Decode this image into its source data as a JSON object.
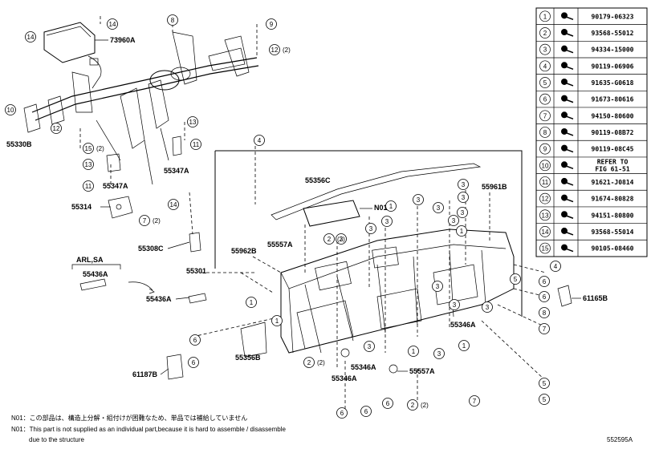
{
  "footnote": {
    "line1": "N01：この部品は、構造上分解・組付けが困難なため、単品では補給していません",
    "line2": "N01：This part is not supplied as an individual part,because it is hard to assemble / disassemble",
    "line3": "due to the structure"
  },
  "figure_code": "552595A",
  "option_label": "ARL,SA",
  "parts_table": [
    {
      "ref": "1",
      "part": "90179-06323"
    },
    {
      "ref": "2",
      "part": "93568-55012"
    },
    {
      "ref": "3",
      "part": "94334-15000"
    },
    {
      "ref": "4",
      "part": "90119-06906"
    },
    {
      "ref": "5",
      "part": "91635-G0618"
    },
    {
      "ref": "6",
      "part": "91673-80616"
    },
    {
      "ref": "7",
      "part": "94150-80600"
    },
    {
      "ref": "8",
      "part": "90119-08B72"
    },
    {
      "ref": "9",
      "part": "90119-08C45"
    },
    {
      "ref": "10",
      "part": "REFER TO",
      "part2": "FIG 61-51"
    },
    {
      "ref": "11",
      "part": "91621-J0814"
    },
    {
      "ref": "12",
      "part": "91674-80828"
    },
    {
      "ref": "13",
      "part": "94151-80800"
    },
    {
      "ref": "14",
      "part": "93568-55014"
    },
    {
      "ref": "15",
      "part": "90105-08460"
    }
  ],
  "part_labels": {
    "p73960A": "73960A",
    "p55330B": "55330B",
    "p55347A_1": "55347A",
    "p55347A_2": "55347A",
    "p55314": "55314",
    "p55308C": "55308C",
    "p55301": "55301",
    "p55436A_1": "55436A",
    "p55436A_2": "55436A",
    "p55356C": "55356C",
    "pN01": "N01",
    "p55961B": "55961B",
    "p55557A_1": "55557A",
    "p55962B": "55962B",
    "p61165B": "61165B",
    "p55346A_1": "55346A",
    "p55356B": "55356B",
    "p61187B": "61187B",
    "p55346A_2": "55346A",
    "p55346A_3": "55346A",
    "p55557A_2": "55557A"
  },
  "callouts": {
    "c14a": "14",
    "c14b": "14",
    "c8": "8",
    "c9": "9",
    "c12a": "12",
    "c12a_q": "(2)",
    "c10": "10",
    "c12b": "12",
    "c15": "15",
    "c15_q": "(2)",
    "c13a": "13",
    "c11a": "11",
    "c13b": "13",
    "c11b": "11",
    "c4a": "4",
    "c7a": "7",
    "c7a_q": "(2)",
    "c14c": "14",
    "c3a": "3",
    "c2a": "2",
    "c2a_q": "(2)",
    "c3b": "3",
    "c3c": "3",
    "c3d": "3",
    "c3e": "3",
    "c3f": "3",
    "c3g": "3",
    "c3h": "3",
    "c3i": "3",
    "c1a": "1",
    "c1b": "1",
    "c1c": "1",
    "c1d": "1",
    "c1e": "1",
    "c3j": "3",
    "c3k": "3",
    "c3l": "3",
    "c3m": "3",
    "c4b": "4",
    "c6a": "6",
    "c5a": "5",
    "c6b": "6",
    "c8b": "8",
    "c7b": "7",
    "c5b": "5",
    "c6c": "6",
    "c6d": "6",
    "c2b": "2",
    "c2b_q": "(2)",
    "c3n": "3",
    "c1f": "1",
    "c6e": "6",
    "c6f": "6",
    "c6g": "6",
    "c2c": "2",
    "c2c_q": "(2)",
    "c5c": "5",
    "c7c": "7"
  }
}
